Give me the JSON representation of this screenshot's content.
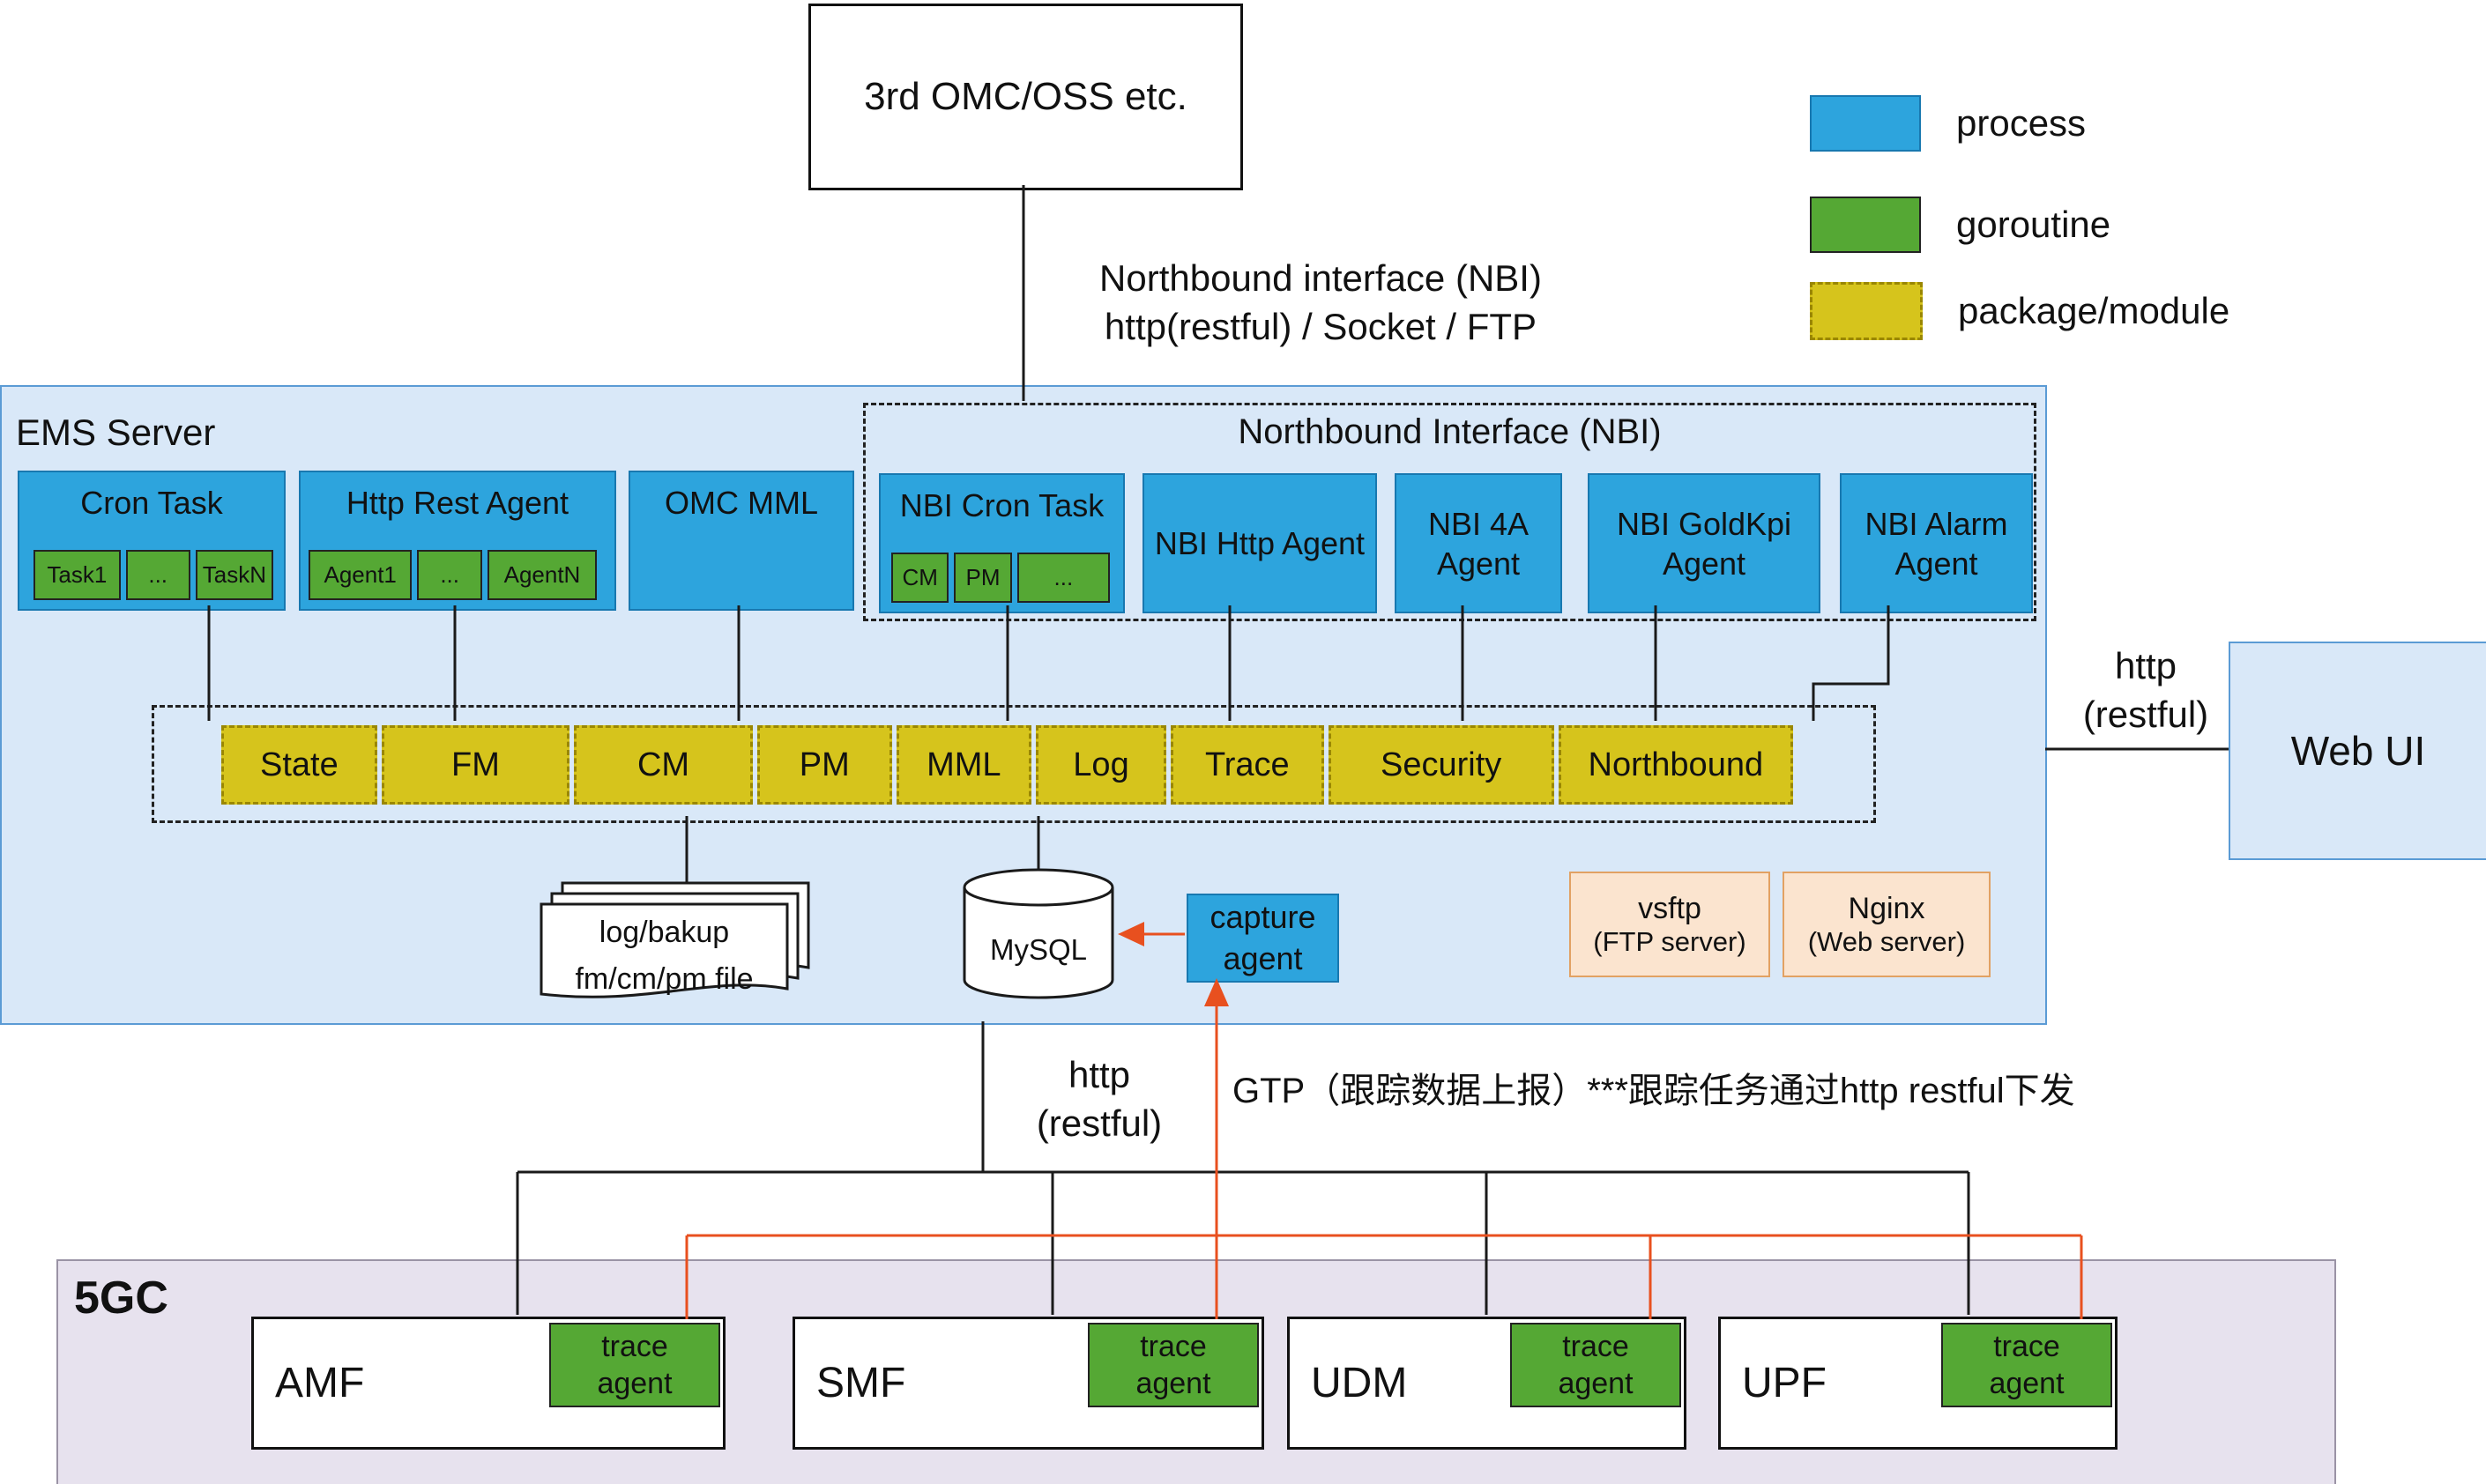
{
  "colors": {
    "process": "#2da4dd",
    "goroutine": "#55a834",
    "module": "#d6c41c",
    "ems_bg": "#d9e8f8",
    "core_bg": "#e7e2ee",
    "server_bg": "#fbe4cf",
    "server_border": "#e2a163",
    "orange": "#e8501f"
  },
  "external": {
    "omc_oss": "3rd OMC/OSS etc."
  },
  "legend": {
    "process": "process",
    "goroutine": "goroutine",
    "module": "package/module"
  },
  "nbi_link": {
    "line1": "Northbound interface (NBI)",
    "line2": "http(restful) / Socket / FTP"
  },
  "ems": {
    "title": "EMS Server",
    "cron_task": {
      "title": "Cron Task",
      "items": [
        "Task1",
        "...",
        "TaskN"
      ]
    },
    "http_rest_agent": {
      "title": "Http Rest Agent",
      "items": [
        "Agent1",
        "...",
        "AgentN"
      ]
    },
    "omc_mml": "OMC MML",
    "nbi": {
      "title": "Northbound Interface (NBI)",
      "cron_task": {
        "title": "NBI Cron Task",
        "items": [
          "CM",
          "PM",
          "..."
        ]
      },
      "http_agent": "NBI Http Agent",
      "fa_agent": "NBI 4A Agent",
      "goldkpi_agent": "NBI GoldKpi Agent",
      "alarm_agent": "NBI Alarm Agent"
    },
    "modules": [
      "State",
      "FM",
      "CM",
      "PM",
      "MML",
      "Log",
      "Trace",
      "Security",
      "Northbound"
    ],
    "files": {
      "line1": "log/bakup",
      "line2": "fm/cm/pm file"
    },
    "database": "MySQL",
    "capture_agent": "capture agent",
    "vsftp": {
      "name": "vsftp",
      "desc": "(FTP server)"
    },
    "nginx": {
      "name": "Nginx",
      "desc": "(Web server)"
    }
  },
  "web_ui": {
    "label": "Web UI",
    "link": {
      "line1": "http",
      "line2": "(restful)"
    }
  },
  "south_links": {
    "http": {
      "line1": "http",
      "line2": "(restful)"
    },
    "gtp_note": "GTP（跟踪数据上报）***跟踪任务通过http restful下发"
  },
  "core": {
    "title": "5GC",
    "trace_agent": "trace agent",
    "nfs": [
      "AMF",
      "SMF",
      "UDM",
      "UPF"
    ]
  }
}
